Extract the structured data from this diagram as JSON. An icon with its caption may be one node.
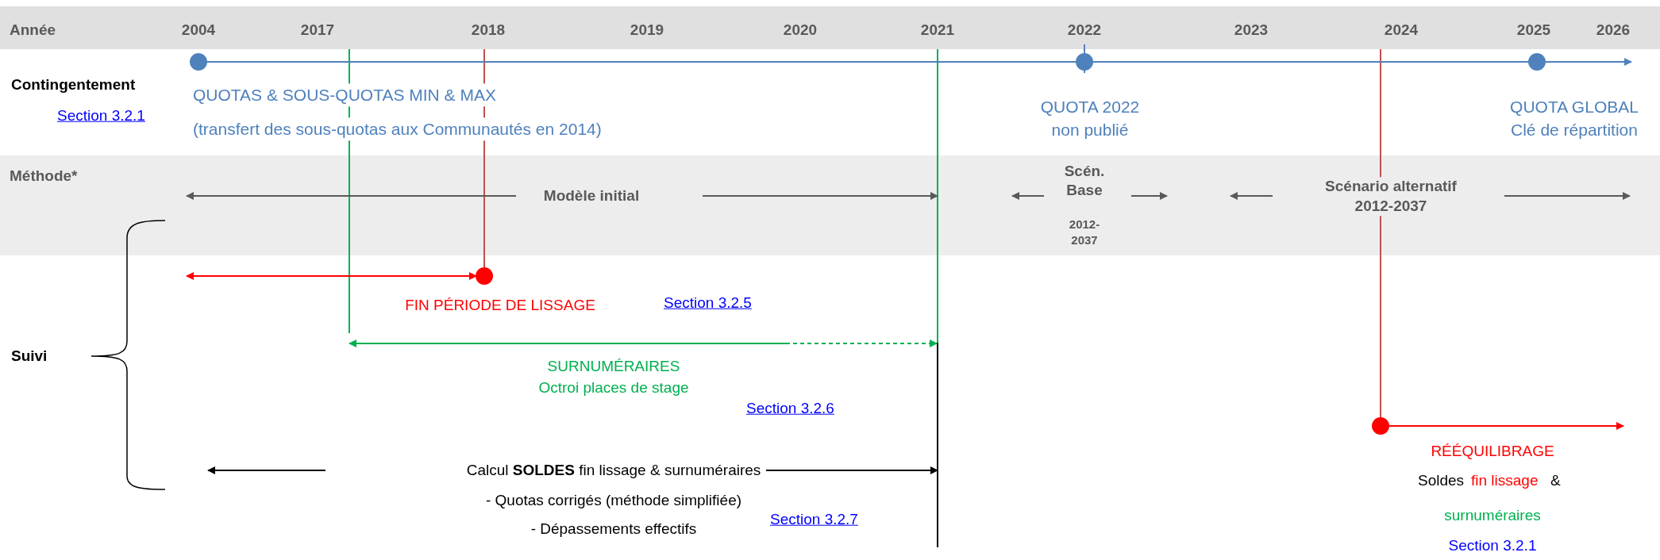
{
  "diagram": {
    "labels": [
      "Année",
      "2004",
      "2017",
      "2018",
      "2019",
      "2020",
      "2021",
      "2022",
      "2023",
      "2024",
      "2025",
      "2026",
      "Contingentement",
      "QUOTAS & SOUS-QUOTAS MIN & MAX",
      "Section 3.2.1",
      "(transfert des sous-quotas aux Communautés en 2014)",
      "QUOTA 2022 non publié",
      "QUOTA GLOBAL Clé de répartition",
      "Méthode*",
      "Modèle initial",
      "Scén. Base",
      "Scénario alternatif 2012-2037",
      "2012-2037",
      "FIN PÉRIODE DE LISSAGE",
      "Section 3.2.5",
      "Suivi",
      "SURNUMÉRAIRES Octroi places de stage",
      "Section 3.2.6",
      "Calcul **SOLDES** fin lissage & surnuméraires",
      "RÉÉQUILIBRAGE",
      "- Quotas corrigés (méthode simplifiée)",
      "Soldes",
      "fin lissage",
      "&",
      "Section 3.2.7",
      "- Dépassements effectifs",
      "surnuméraires",
      "Section 3.2.1"
    ]
  }
}
